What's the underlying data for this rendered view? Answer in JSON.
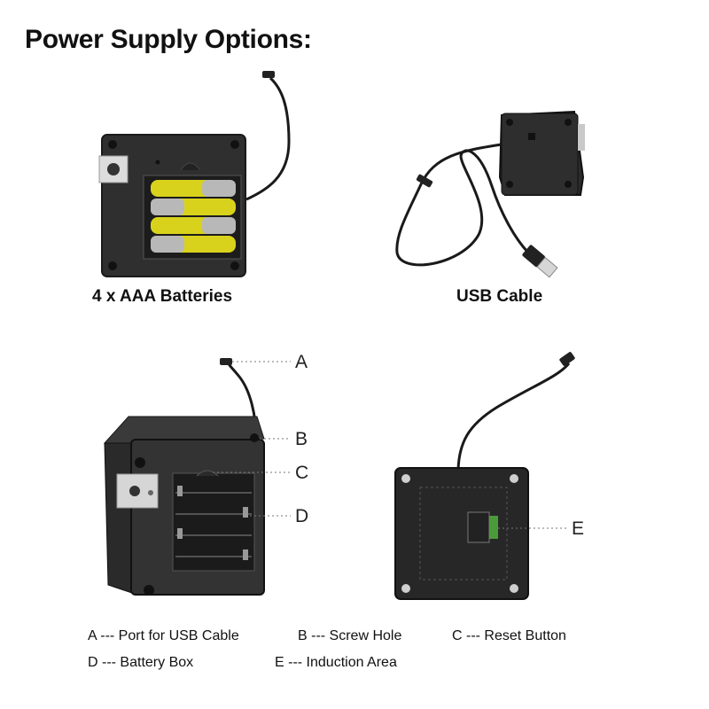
{
  "title": "Power Supply Options:",
  "options": [
    {
      "caption": "4 x AAA Batteries"
    },
    {
      "caption": "USB Cable"
    }
  ],
  "callouts": [
    "A",
    "B",
    "C",
    "D",
    "E"
  ],
  "legend": [
    {
      "text": "A --- Port for USB Cable"
    },
    {
      "text": "B --- Screw Hole"
    },
    {
      "text": "C --- Reset Button"
    },
    {
      "text": "D --- Battery Box"
    },
    {
      "text": "E --- Induction Area"
    }
  ],
  "colors": {
    "device_body": "#2b2b2b",
    "battery_yellow": "#d9d21c",
    "induction_area": "#4a9a3a"
  }
}
